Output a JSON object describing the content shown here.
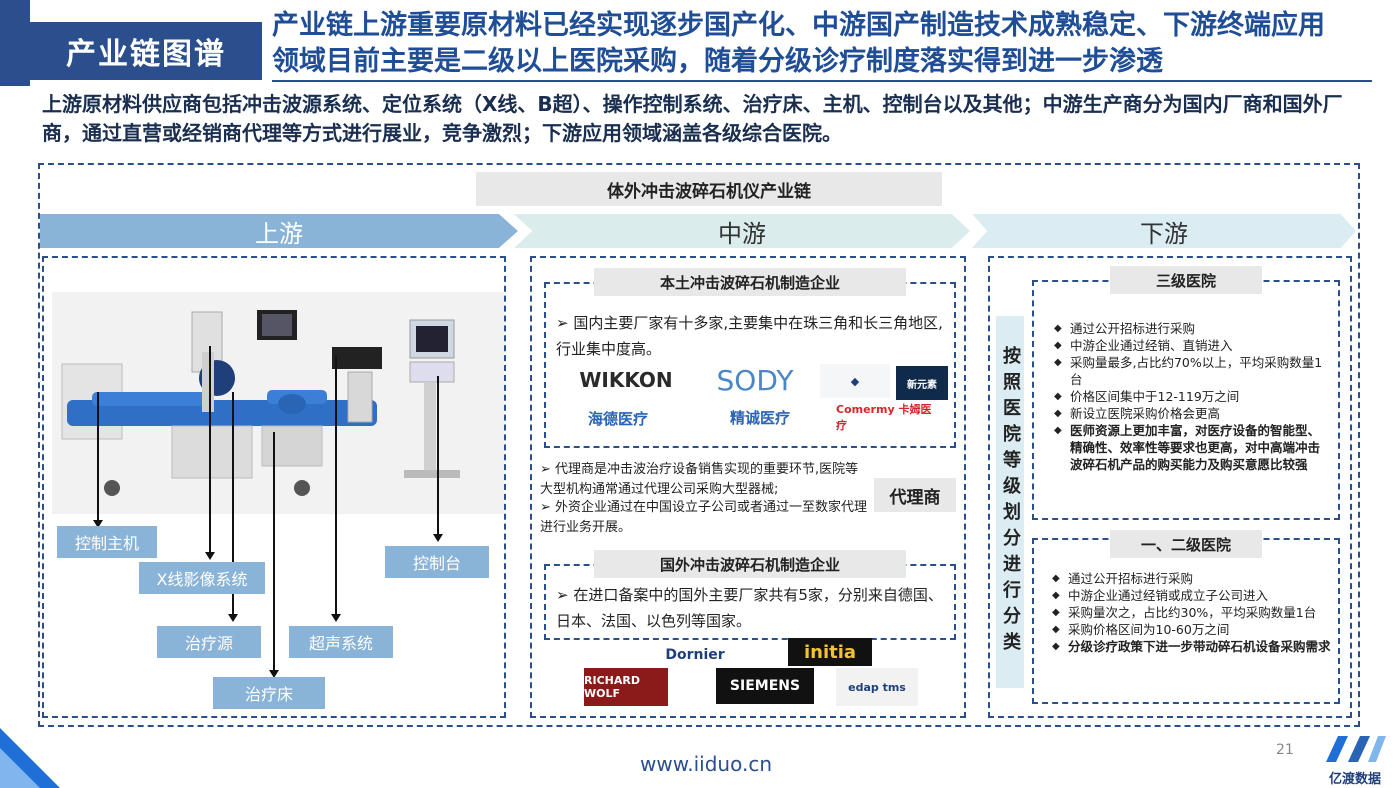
{
  "header": {
    "tag": "产业链图谱",
    "title": "产业链上游重要原材料已经实现逐步国产化、中游国产制造技术成熟稳定、下游终端应用领域目前主要是二级以上医院采购，随着分级诊疗制度落实得到进一步渗透"
  },
  "intro": "上游原材料供应商包括冲击波源系统、定位系统（X线、B超）、操作控制系统、治疗床、主机、控制台以及其他；中游生产商分为国内厂商和国外厂商，通过直营或经销商代理等方式进行展业，竞争激烈；下游应用领域涵盖各级综合医院。",
  "chain_title": "体外冲击波碎石机仪产业链",
  "bands": {
    "up": "上游",
    "mid": "中游",
    "down": "下游"
  },
  "upstream_labels": {
    "control_host": "控制主机",
    "xray": "X线影像系统",
    "source": "治疗源",
    "ultrasound": "超声系统",
    "bed": "治疗床",
    "console": "控制台"
  },
  "midstream": {
    "domestic_title": "本土冲击波碎石机制造企业",
    "domestic_text": "国内主要厂家有十多家,主要集中在珠三角和长三角地区,行业集中度高。",
    "domestic_logos": [
      "WIKKON",
      "SODY",
      "海德医疗",
      "精诚医疗",
      "Comermy 卡姆医疗",
      "新元素"
    ],
    "agent_line1": "代理商是冲击波治疗设备销售实现的重要环节,医院等大型机构通常通过代理公司采购大型器械;",
    "agent_line2": "外资企业通过在中国设立子公司或者通过一至数家代理进行业务开展。",
    "agent_label": "代理商",
    "foreign_title": "国外冲击波碎石机制造企业",
    "foreign_text": "在进口备案中的国外主要厂家共有5家，分别来自德国、日本、法国、以色列等国家。",
    "foreign_logos": [
      "Dornier",
      "initia",
      "RICHARD WOLF",
      "SIEMENS",
      "edap tms"
    ]
  },
  "downstream": {
    "classify": "按照医院等级划分进行分类",
    "tier3_title": "三级医院",
    "tier3_items": [
      "通过公开招标进行采购",
      "中游企业通过经销、直销进入",
      "采购量最多,占比约70%以上，平均采购数量1台",
      "价格区间集中于12-119万之间",
      "新设立医院采购价格会更高",
      "医师资源上更加丰富，对医疗设备的智能型、精确性、效率性等要求也更高，对中高端冲击波碎石机产品的购买能力及购买意愿比较强"
    ],
    "tier12_title": "一、二级医院",
    "tier12_items": [
      "通过公开招标进行采购",
      "中游企业通过经销或成立子公司进入",
      "采购量次之，占比约30%，平均采购数量1台",
      "采购价格区间为10-60万之间",
      "分级诊疗政策下进一步带动碎石机设备采购需求"
    ]
  },
  "footer": {
    "url": "www.iiduo.cn",
    "page": "21",
    "brand": "亿渡数据"
  },
  "colors": {
    "brand_blue": "#2a4f8c",
    "light_blue": "#8ab3d8"
  }
}
